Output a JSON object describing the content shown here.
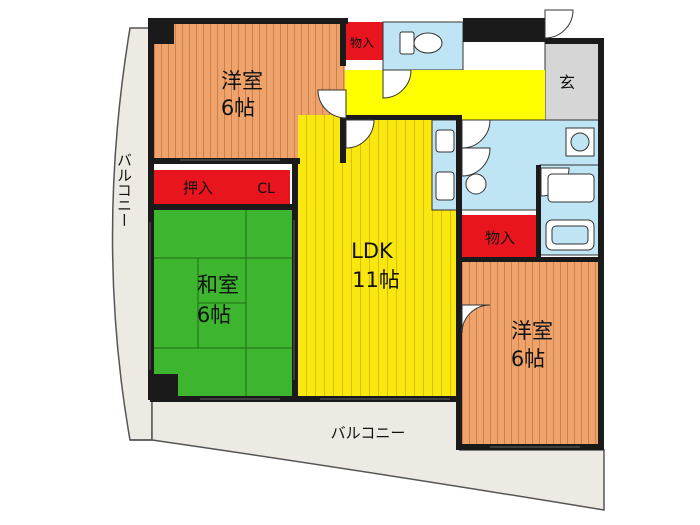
{
  "rooms": {
    "western_top": {
      "name": "洋室",
      "size": "6帖"
    },
    "japanese": {
      "name": "和室",
      "size": "6帖"
    },
    "ldk": {
      "name": "LDK",
      "size": "11帖"
    },
    "western_bottom": {
      "name": "洋室",
      "size": "6帖"
    }
  },
  "storage": {
    "top": "物入",
    "oshiire": "押入",
    "closet": "CL",
    "right": "物入"
  },
  "entrance": "玄",
  "balcony": {
    "left": "バルコニー",
    "bottom": "バルコニー"
  },
  "colors": {
    "western": "#EFA36C",
    "japanese": "#3DB52F",
    "ldk": "#F9E810",
    "hallway": "#FFFF00",
    "storage": "#E8141E",
    "wet_area": "#BFE4F4",
    "entrance": "#D6D6D6",
    "balcony": "#EDE9E3",
    "wall": "#1A1A1A"
  },
  "icons": [
    "toilet-icon",
    "washbasin-icon",
    "bathtub-icon",
    "kitchen-sink-icon",
    "door-swing-icon"
  ]
}
